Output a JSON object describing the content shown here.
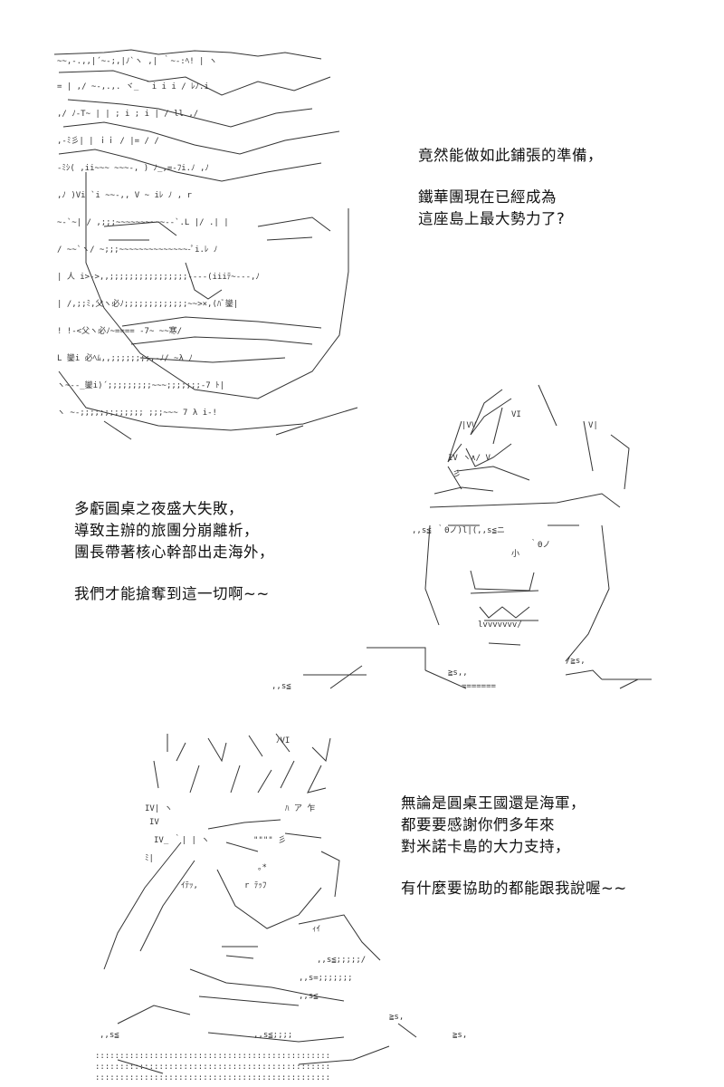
{
  "panels": [
    {
      "id": "panel-1",
      "art": "ascii-art-character-close-up",
      "dialogue": [
        "竟然能做如此鋪張的準備，",
        "",
        "鐵華團現在已經成為",
        "這座島上最大勢力了?"
      ]
    },
    {
      "id": "panel-2",
      "art": "ascii-art-laughing-spiky-hair-character",
      "dialogue": [
        "多虧圓桌之夜盛大失敗，",
        "導致主辦的旅團分崩離析，",
        "團長帶著核心幹部出走海外，",
        "",
        "我們才能搶奪到這一切啊~~"
      ]
    },
    {
      "id": "panel-3",
      "art": "ascii-art-spiky-hair-character-scratching-head",
      "dialogue": [
        "無論是圓桌王國還是海軍，",
        "都要要感謝你們多年來",
        "對米諾卡島的大力支持，",
        "",
        "有什麼要協助的都能跟我說喔~~"
      ]
    }
  ]
}
